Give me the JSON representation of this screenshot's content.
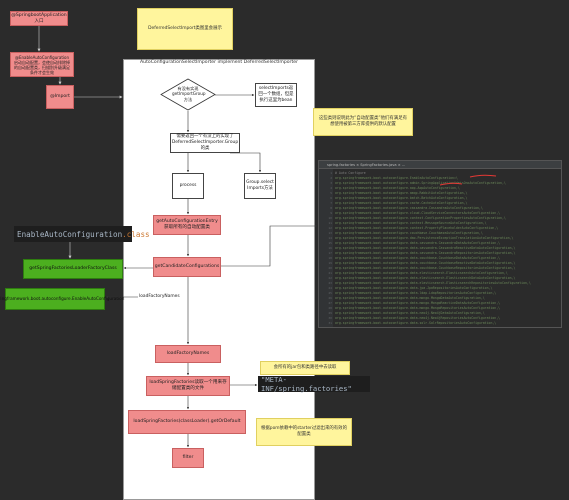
{
  "top": {
    "entry_box": "@SpringbootApplication入口",
    "note_deferred": "DeferredSelectImport类图里会展示",
    "enable_box": "@EnableAutoConfiguration启动自动配置，会使自动排除掉的自动配置类，扫描别升级满足条件才会生效",
    "import_box": "@Import"
  },
  "canvas": {
    "title": "AutoConfigurationSelectImporter implement DeferredSelectImporter",
    "decision": "有没有实现getImportGroup方法",
    "side_box": "selectImports返回一个数组，但是执行这里为bean",
    "group_box": "需要返回一个有没上的实现了DeferredSelectImporter.Group的类",
    "process": "process",
    "group_select": "Group.select Imports方法",
    "get_entry": "getAutoConfigurationEntry 获取所有的自动配置类",
    "get_candidate": "getCandidateConfigurations",
    "load_factory_names_label": "loadFactoryNames",
    "load_factory_names": "loadFactoryNames",
    "load_spring_factories": "loadSpringFactories读取一个用来存储配置类的文件",
    "load_default": "loadSpringFactories(classLoader).getOrDefault",
    "filter": "filter"
  },
  "left": {
    "code_label_prefix": "EnableAutoConfiguration",
    "code_label_suffix": ".class",
    "green_box_1": "getSpringFactoriesLoaderFactoryClass",
    "green_box_2": "org.springframework.boot.autoconfigure.EnableAutoConfiguration"
  },
  "right": {
    "note_auto": "这些类则说明此为“自动配置类”他们有满足有想使用被第三方库提供的默认配置",
    "note_jar": "会所有的jar包和类路径中去读取",
    "factories_label": "\"META-INF/spring.factories\"",
    "note_filter": "根据pom依赖中的starter过滤出来的有效的配置类",
    "ide_header": "spring.factories × SpringFactories.java × ...",
    "ide_lines": [
      "# Auto Configure",
      "org.springframework.boot.autoconfigure.EnableAutoConfiguration=\\",
      "org.springframework.boot.autoconfigure.admin.SpringApplicationAdminJmxAutoConfiguration,\\",
      "org.springframework.boot.autoconfigure.aop.AopAutoConfiguration,\\",
      "org.springframework.boot.autoconfigure.amqp.RabbitAutoConfiguration,\\",
      "org.springframework.boot.autoconfigure.batch.BatchAutoConfiguration,\\",
      "org.springframework.boot.autoconfigure.cache.CacheAutoConfiguration,\\",
      "org.springframework.boot.autoconfigure.cassandra.CassandraAutoConfiguration,\\",
      "org.springframework.boot.autoconfigure.cloud.CloudServiceConnectorsAutoConfiguration,\\",
      "org.springframework.boot.autoconfigure.context.ConfigurationPropertiesAutoConfiguration,\\",
      "org.springframework.boot.autoconfigure.context.MessageSourceAutoConfiguration,\\",
      "org.springframework.boot.autoconfigure.context.PropertyPlaceholderAutoConfiguration,\\",
      "org.springframework.boot.autoconfigure.couchbase.CouchbaseAutoConfiguration,\\",
      "org.springframework.boot.autoconfigure.dao.PersistenceExceptionTranslationAutoConfiguration,\\",
      "org.springframework.boot.autoconfigure.data.cassandra.CassandraDataAutoConfiguration,\\",
      "org.springframework.boot.autoconfigure.data.cassandra.CassandraReactiveDataAutoConfiguration,\\",
      "org.springframework.boot.autoconfigure.data.cassandra.CassandraRepositoriesAutoConfiguration,\\",
      "org.springframework.boot.autoconfigure.data.couchbase.CouchbaseDataAutoConfiguration,\\",
      "org.springframework.boot.autoconfigure.data.couchbase.CouchbaseReactiveDataAutoConfiguration,\\",
      "org.springframework.boot.autoconfigure.data.couchbase.CouchbaseRepositoriesAutoConfiguration,\\",
      "org.springframework.boot.autoconfigure.data.elasticsearch.ElasticsearchAutoConfiguration,\\",
      "org.springframework.boot.autoconfigure.data.elasticsearch.ElasticsearchDataAutoConfiguration,\\",
      "org.springframework.boot.autoconfigure.data.elasticsearch.ElasticsearchRepositoriesAutoConfiguration,\\",
      "org.springframework.boot.autoconfigure.data.jpa.JpaRepositoriesAutoConfiguration,\\",
      "org.springframework.boot.autoconfigure.data.ldap.LdapRepositoriesAutoConfiguration,\\",
      "org.springframework.boot.autoconfigure.data.mongo.MongoDataAutoConfiguration,\\",
      "org.springframework.boot.autoconfigure.data.mongo.MongoReactiveDataAutoConfiguration,\\",
      "org.springframework.boot.autoconfigure.data.mongo.MongoRepositoriesAutoConfiguration,\\",
      "org.springframework.boot.autoconfigure.data.neo4j.Neo4jDataAutoConfiguration,\\",
      "org.springframework.boot.autoconfigure.data.neo4j.Neo4jRepositoriesAutoConfiguration,\\",
      "org.springframework.boot.autoconfigure.data.solr.SolrRepositoriesAutoConfiguration,\\"
    ]
  }
}
